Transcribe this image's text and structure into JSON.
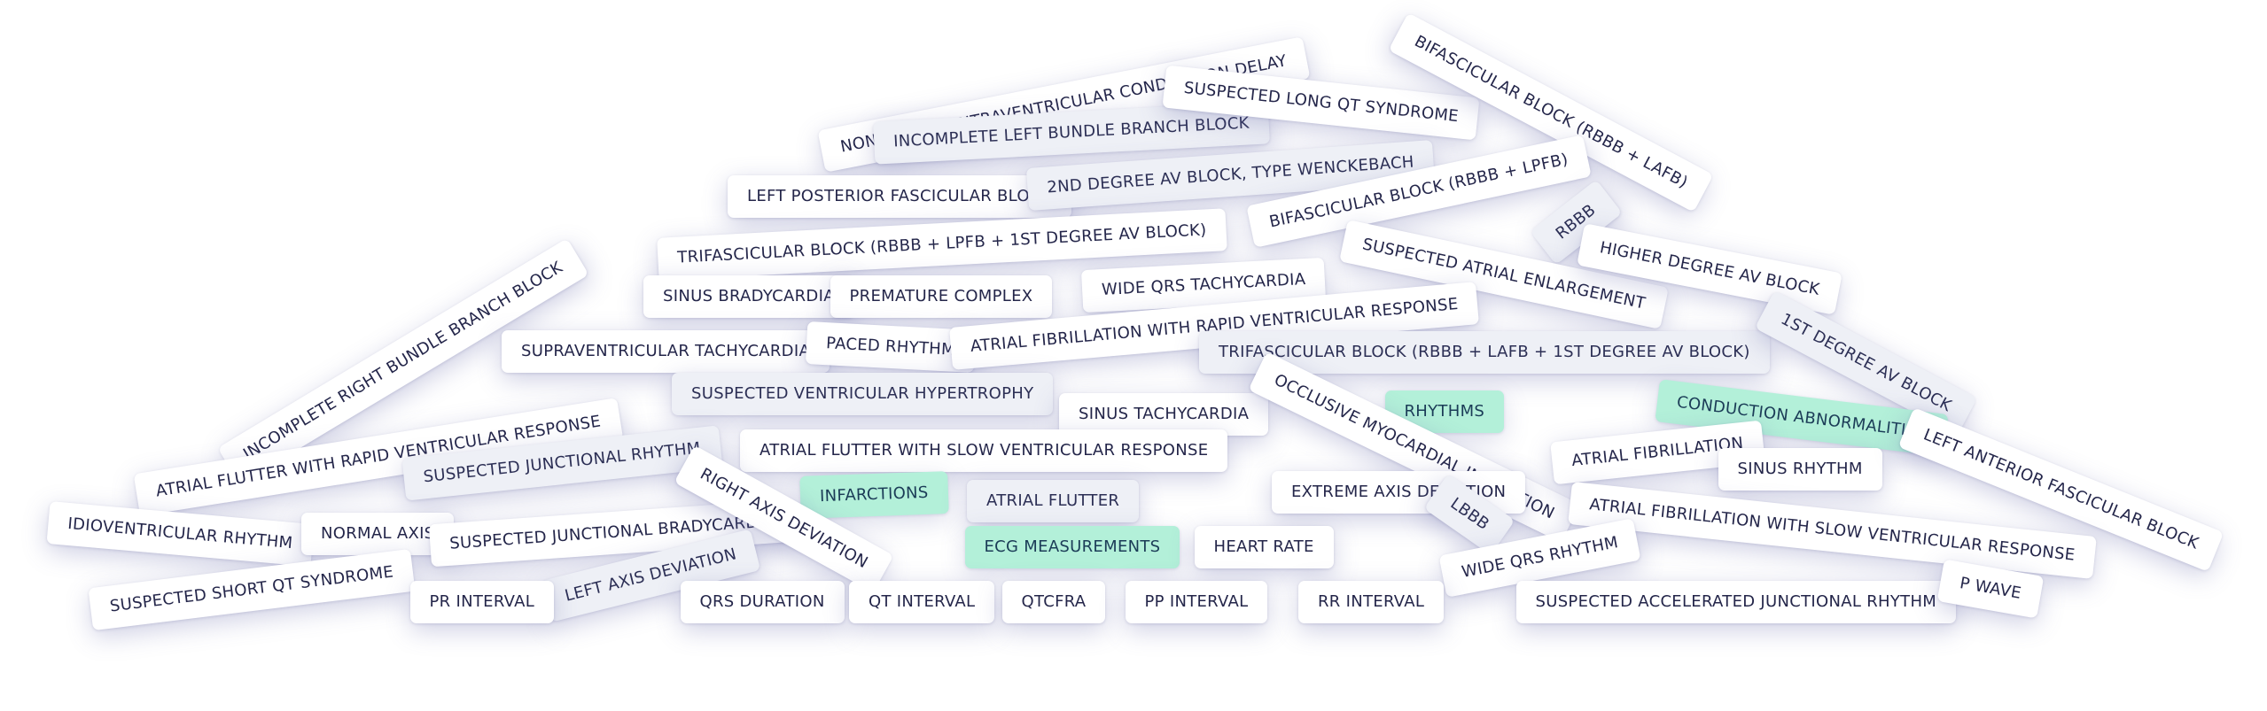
{
  "tags": [
    {
      "label": "NONSPECIFIC INTRAVENTRICULAR CONDUCTION DELAY",
      "kind": "term"
    },
    {
      "label": "INCOMPLETE LEFT BUNDLE BRANCH BLOCK",
      "kind": "term"
    },
    {
      "label": "SUSPECTED LONG QT SYNDROME",
      "kind": "term"
    },
    {
      "label": "BIFASCICULAR BLOCK (RBBB + LAFB)",
      "kind": "term"
    },
    {
      "label": "LEFT POSTERIOR FASCICULAR BLOCK",
      "kind": "term"
    },
    {
      "label": "2ND DEGREE AV BLOCK, TYPE WENCKEBACH",
      "kind": "term"
    },
    {
      "label": "BIFASCICULAR BLOCK (RBBB + LPFB)",
      "kind": "term"
    },
    {
      "label": "RBBB",
      "kind": "term"
    },
    {
      "label": "TRIFASCICULAR BLOCK (RBBB + LPFB + 1ST DEGREE AV BLOCK)",
      "kind": "term"
    },
    {
      "label": "SUSPECTED ATRIAL ENLARGEMENT",
      "kind": "term"
    },
    {
      "label": "HIGHER DEGREE AV BLOCK",
      "kind": "term"
    },
    {
      "label": "SINUS BRADYCARDIA",
      "kind": "term"
    },
    {
      "label": "PREMATURE COMPLEX",
      "kind": "term"
    },
    {
      "label": "WIDE QRS TACHYCARDIA",
      "kind": "term"
    },
    {
      "label": "INCOMPLETE RIGHT BUNDLE BRANCH BLOCK",
      "kind": "term"
    },
    {
      "label": "SUPRAVENTRICULAR TACHYCARDIA",
      "kind": "term"
    },
    {
      "label": "PACED RHYTHM",
      "kind": "term"
    },
    {
      "label": "ATRIAL FIBRILLATION WITH RAPID VENTRICULAR RESPONSE",
      "kind": "term"
    },
    {
      "label": "TRIFASCICULAR BLOCK (RBBB + LAFB + 1ST DEGREE AV BLOCK)",
      "kind": "term"
    },
    {
      "label": "1ST DEGREE AV BLOCK",
      "kind": "term"
    },
    {
      "label": "SUSPECTED VENTRICULAR HYPERTROPHY",
      "kind": "term"
    },
    {
      "label": "RHYTHMS",
      "kind": "category"
    },
    {
      "label": "CONDUCTION ABNORMALITIES",
      "kind": "category"
    },
    {
      "label": "SINUS TACHYCARDIA",
      "kind": "term"
    },
    {
      "label": "OCCLUSIVE MYOCARDIAL INFARCTION",
      "kind": "term"
    },
    {
      "label": "ATRIAL FLUTTER WITH RAPID VENTRICULAR RESPONSE",
      "kind": "term"
    },
    {
      "label": "ATRIAL FLUTTER WITH SLOW VENTRICULAR RESPONSE",
      "kind": "term"
    },
    {
      "label": "SUSPECTED JUNCTIONAL RHYTHM",
      "kind": "term"
    },
    {
      "label": "ATRIAL FIBRILLATION",
      "kind": "term"
    },
    {
      "label": "SINUS RHYTHM",
      "kind": "term"
    },
    {
      "label": "LEFT ANTERIOR FASCICULAR BLOCK",
      "kind": "term"
    },
    {
      "label": "INFARCTIONS",
      "kind": "category"
    },
    {
      "label": "ATRIAL FLUTTER",
      "kind": "term"
    },
    {
      "label": "EXTREME AXIS DEVIATION",
      "kind": "term"
    },
    {
      "label": "LBBB",
      "kind": "term"
    },
    {
      "label": "ATRIAL FIBRILLATION WITH SLOW VENTRICULAR RESPONSE",
      "kind": "term"
    },
    {
      "label": "IDIOVENTRICULAR RHYTHM",
      "kind": "term"
    },
    {
      "label": "NORMAL AXIS",
      "kind": "term"
    },
    {
      "label": "SUSPECTED JUNCTIONAL BRADYCARDIA",
      "kind": "term"
    },
    {
      "label": "RIGHT AXIS DEVIATION",
      "kind": "term"
    },
    {
      "label": "ECG MEASUREMENTS",
      "kind": "category"
    },
    {
      "label": "HEART RATE",
      "kind": "term"
    },
    {
      "label": "WIDE QRS RHYTHM",
      "kind": "term"
    },
    {
      "label": "SUSPECTED SHORT QT SYNDROME",
      "kind": "term"
    },
    {
      "label": "LEFT AXIS DEVIATION",
      "kind": "term"
    },
    {
      "label": "PR INTERVAL",
      "kind": "term"
    },
    {
      "label": "QRS DURATION",
      "kind": "term"
    },
    {
      "label": "QT INTERVAL",
      "kind": "term"
    },
    {
      "label": "QTCFRA",
      "kind": "term"
    },
    {
      "label": "PP INTERVAL",
      "kind": "term"
    },
    {
      "label": "RR INTERVAL",
      "kind": "term"
    },
    {
      "label": "SUSPECTED ACCELERATED JUNCTIONAL RHYTHM",
      "kind": "term"
    },
    {
      "label": "P WAVE",
      "kind": "term"
    }
  ],
  "colors": {
    "card": "#ffffff",
    "card_muted": "#eef0f6",
    "category": "#b3f0d9",
    "text": "#24264a",
    "shadow": "#5f62a5"
  }
}
